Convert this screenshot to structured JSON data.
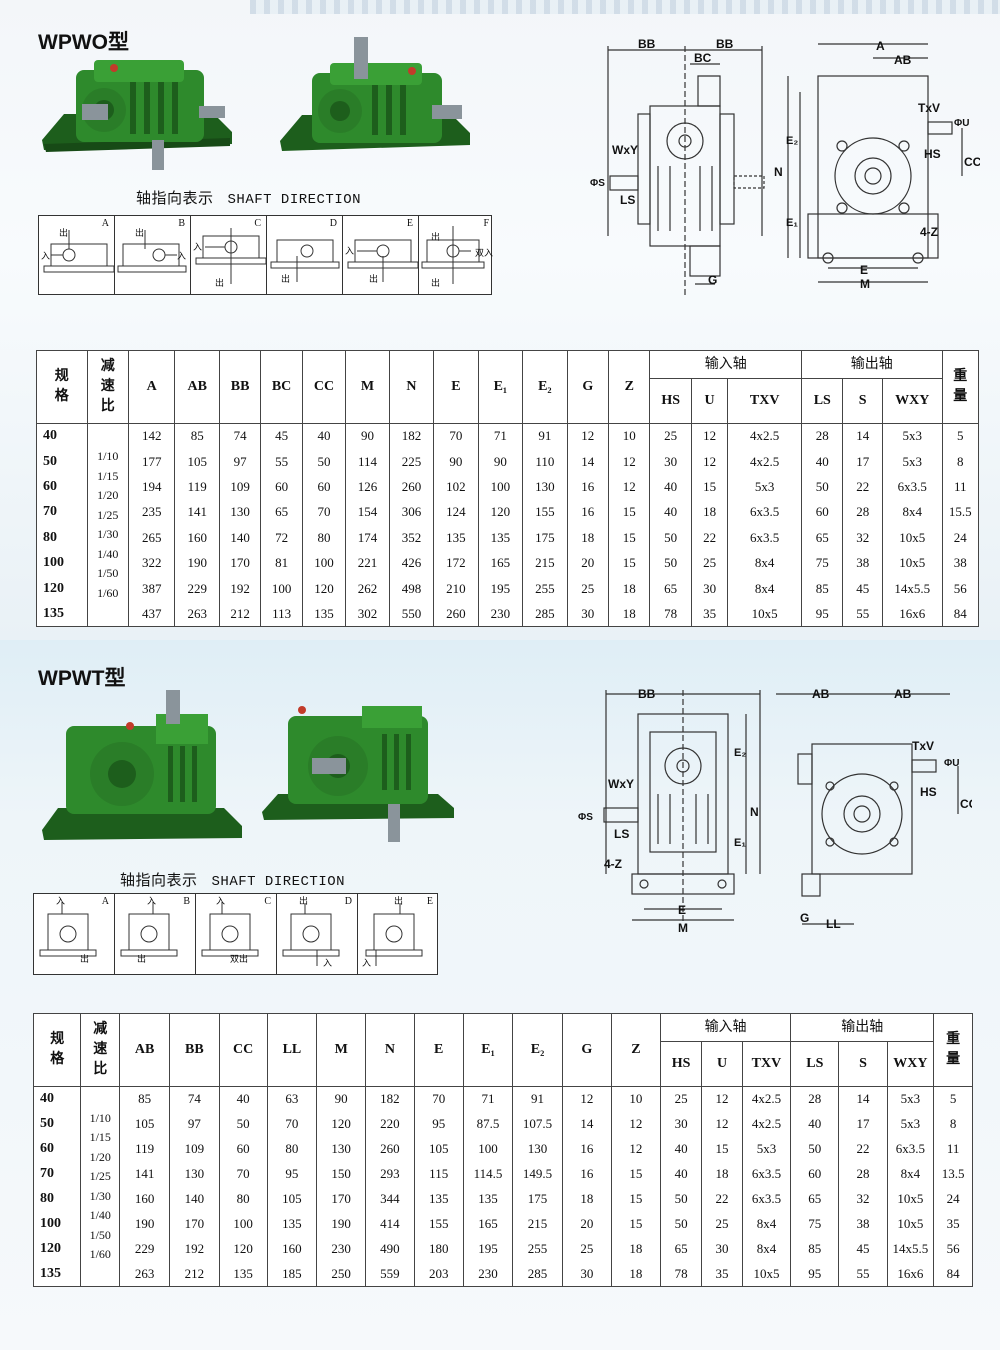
{
  "wpwo": {
    "title": "WPWO型",
    "shaft_caption_cn": "轴指向表示",
    "shaft_caption_en": "SHAFT DIRECTION",
    "directions": [
      {
        "letter": "A",
        "labels": [
          "出",
          "入"
        ]
      },
      {
        "letter": "B",
        "labels": [
          "出",
          "入"
        ]
      },
      {
        "letter": "C",
        "labels": [
          "入",
          "出"
        ]
      },
      {
        "letter": "D",
        "labels": [
          "出"
        ]
      },
      {
        "letter": "E",
        "labels": [
          "入",
          "出"
        ]
      },
      {
        "letter": "F",
        "labels": [
          "出",
          "双入",
          "出"
        ]
      }
    ],
    "drawing_labels": {
      "bb1": "BB",
      "bb2": "BB",
      "bc": "BC",
      "a": "A",
      "ab": "AB",
      "txv": "TxV",
      "u": "ΦU",
      "hs": "HS",
      "cc": "CC",
      "wxy": "WxY",
      "s": "ΦS",
      "ls": "LS",
      "n": "N",
      "e2": "E₂",
      "e1": "E₁",
      "z": "4-Z",
      "e": "E",
      "m": "M",
      "g": "G"
    },
    "table": {
      "headers": {
        "spec": "规格",
        "ratio": "减速比",
        "A": "A",
        "AB": "AB",
        "BB": "BB",
        "BC": "BC",
        "CC": "CC",
        "M": "M",
        "N": "N",
        "E": "E",
        "E1": "E₁",
        "E2": "E₂",
        "G": "G",
        "Z": "Z",
        "input": "输入轴",
        "HS": "HS",
        "U": "U",
        "TXV": "TXV",
        "output": "输出轴",
        "LS": "LS",
        "S": "S",
        "WXY": "WXY",
        "weight": "重量"
      },
      "ratios": [
        "1/10",
        "1/15",
        "1/20",
        "1/25",
        "1/30",
        "1/40",
        "1/50",
        "1/60"
      ],
      "rows": [
        [
          "40",
          "142",
          "85",
          "74",
          "45",
          "40",
          "90",
          "182",
          "70",
          "71",
          "91",
          "12",
          "10",
          "25",
          "12",
          "4x2.5",
          "28",
          "14",
          "5x3",
          "5"
        ],
        [
          "50",
          "177",
          "105",
          "97",
          "55",
          "50",
          "114",
          "225",
          "90",
          "90",
          "110",
          "14",
          "12",
          "30",
          "12",
          "4x2.5",
          "40",
          "17",
          "5x3",
          "8"
        ],
        [
          "60",
          "194",
          "119",
          "109",
          "60",
          "60",
          "126",
          "260",
          "102",
          "100",
          "130",
          "16",
          "12",
          "40",
          "15",
          "5x3",
          "50",
          "22",
          "6x3.5",
          "11"
        ],
        [
          "70",
          "235",
          "141",
          "130",
          "65",
          "70",
          "154",
          "306",
          "124",
          "120",
          "155",
          "16",
          "15",
          "40",
          "18",
          "6x3.5",
          "60",
          "28",
          "8x4",
          "15.5"
        ],
        [
          "80",
          "265",
          "160",
          "140",
          "72",
          "80",
          "174",
          "352",
          "135",
          "135",
          "175",
          "18",
          "15",
          "50",
          "22",
          "6x3.5",
          "65",
          "32",
          "10x5",
          "24"
        ],
        [
          "100",
          "322",
          "190",
          "170",
          "81",
          "100",
          "221",
          "426",
          "172",
          "165",
          "215",
          "20",
          "15",
          "50",
          "25",
          "8x4",
          "75",
          "38",
          "10x5",
          "38"
        ],
        [
          "120",
          "387",
          "229",
          "192",
          "100",
          "120",
          "262",
          "498",
          "210",
          "195",
          "255",
          "25",
          "18",
          "65",
          "30",
          "8x4",
          "85",
          "45",
          "14x5.5",
          "56"
        ],
        [
          "135",
          "437",
          "263",
          "212",
          "113",
          "135",
          "302",
          "550",
          "260",
          "230",
          "285",
          "30",
          "18",
          "78",
          "35",
          "10x5",
          "95",
          "55",
          "16x6",
          "84"
        ]
      ]
    }
  },
  "wpwt": {
    "title": "WPWT型",
    "shaft_caption_cn": "轴指向表示",
    "shaft_caption_en": "SHAFT DIRECTION",
    "directions": [
      {
        "letter": "A",
        "labels": [
          "入",
          "出"
        ]
      },
      {
        "letter": "B",
        "labels": [
          "入",
          "出"
        ]
      },
      {
        "letter": "C",
        "labels": [
          "入",
          "双出"
        ]
      },
      {
        "letter": "D",
        "labels": [
          "出",
          "入"
        ]
      },
      {
        "letter": "E",
        "labels": [
          "出",
          "入"
        ]
      }
    ],
    "drawing_labels": {
      "bb": "BB",
      "ab1": "AB",
      "ab2": "AB",
      "txv": "TxV",
      "u": "ΦU",
      "hs": "HS",
      "cc": "CC",
      "wxy": "WxY",
      "s": "ΦS",
      "ls": "LS",
      "n": "N",
      "e2": "E₂",
      "e1": "E₁",
      "z": "4-Z",
      "e": "E",
      "m": "M",
      "g": "G",
      "ll": "LL"
    },
    "table": {
      "headers": {
        "spec": "规格",
        "ratio": "减速比",
        "AB": "AB",
        "BB": "BB",
        "CC": "CC",
        "LL": "LL",
        "M": "M",
        "N": "N",
        "E": "E",
        "E1": "E₁",
        "E2": "E₂",
        "G": "G",
        "Z": "Z",
        "input": "输入轴",
        "HS": "HS",
        "U": "U",
        "TXV": "TXV",
        "output": "输出轴",
        "LS": "LS",
        "S": "S",
        "WXY": "WXY",
        "weight": "重量"
      },
      "ratios": [
        "1/10",
        "1/15",
        "1/20",
        "1/25",
        "1/30",
        "1/40",
        "1/50",
        "1/60"
      ],
      "rows": [
        [
          "40",
          "85",
          "74",
          "40",
          "63",
          "90",
          "182",
          "70",
          "71",
          "91",
          "12",
          "10",
          "25",
          "12",
          "4x2.5",
          "28",
          "14",
          "5x3",
          "5"
        ],
        [
          "50",
          "105",
          "97",
          "50",
          "70",
          "120",
          "220",
          "95",
          "87.5",
          "107.5",
          "14",
          "12",
          "30",
          "12",
          "4x2.5",
          "40",
          "17",
          "5x3",
          "8"
        ],
        [
          "60",
          "119",
          "109",
          "60",
          "80",
          "130",
          "260",
          "105",
          "100",
          "130",
          "16",
          "12",
          "40",
          "15",
          "5x3",
          "50",
          "22",
          "6x3.5",
          "11"
        ],
        [
          "70",
          "141",
          "130",
          "70",
          "95",
          "150",
          "293",
          "115",
          "114.5",
          "149.5",
          "16",
          "15",
          "40",
          "18",
          "6x3.5",
          "60",
          "28",
          "8x4",
          "13.5"
        ],
        [
          "80",
          "160",
          "140",
          "80",
          "105",
          "170",
          "344",
          "135",
          "135",
          "175",
          "18",
          "15",
          "50",
          "22",
          "6x3.5",
          "65",
          "32",
          "10x5",
          "24"
        ],
        [
          "100",
          "190",
          "170",
          "100",
          "135",
          "190",
          "414",
          "155",
          "165",
          "215",
          "20",
          "15",
          "50",
          "25",
          "8x4",
          "75",
          "38",
          "10x5",
          "35"
        ],
        [
          "120",
          "229",
          "192",
          "120",
          "160",
          "230",
          "490",
          "180",
          "195",
          "255",
          "25",
          "18",
          "65",
          "30",
          "8x4",
          "85",
          "45",
          "14x5.5",
          "56"
        ],
        [
          "135",
          "263",
          "212",
          "135",
          "185",
          "250",
          "559",
          "203",
          "230",
          "285",
          "30",
          "18",
          "78",
          "35",
          "10x5",
          "95",
          "55",
          "16x6",
          "84"
        ]
      ]
    }
  },
  "colors": {
    "housing": "#2e8a2c",
    "housing_dark": "#1d5e1c",
    "shaft": "#8a949b",
    "line": "#333333"
  }
}
